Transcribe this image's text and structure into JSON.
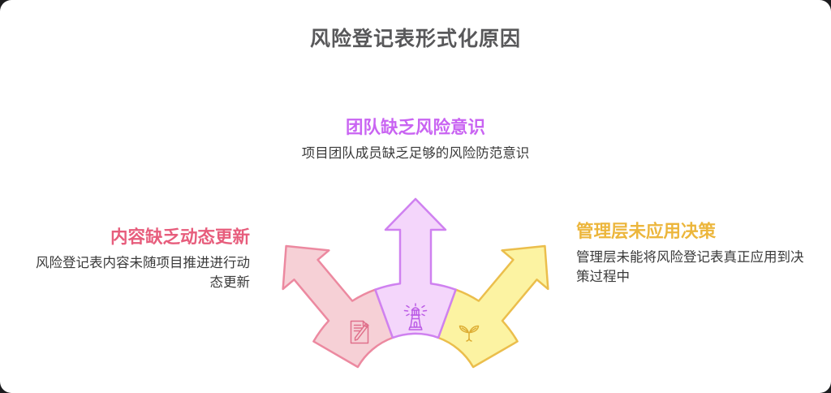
{
  "card": {
    "title": "风险登记表形式化原因"
  },
  "branches": {
    "top": {
      "heading": "团队缺乏风险意识",
      "description": "项目团队成员缺乏足够的风险防范意识",
      "heading_color": "#c964f2",
      "icon": "lighthouse-icon",
      "arrow_fill": "#f4d6fb",
      "arrow_stroke": "#cf81f0"
    },
    "left": {
      "heading": "内容缺乏动态更新",
      "description": "风险登记表内容未随项目推进进行动态更新",
      "heading_color": "#e75d7c",
      "icon": "clipboard-pencil-icon",
      "arrow_fill": "#f6d0d6",
      "arrow_stroke": "#ec89a0"
    },
    "right": {
      "heading": "管理层未应用决策",
      "description": "管理层未能将风险登记表真正应用到决策过程中",
      "heading_color": "#ecb63c",
      "icon": "sprout-icon",
      "arrow_fill": "#fcf3a2",
      "arrow_stroke": "#ebbe4c"
    }
  },
  "colors": {
    "card_background": "#ffffff",
    "outer_background": "#1c1c1e",
    "title_text": "#58585a",
    "body_text": "#3a3a3a",
    "icon_pink": "#e0708b",
    "icon_purple": "#bb5ce6",
    "icon_yellow": "#ddad33"
  }
}
